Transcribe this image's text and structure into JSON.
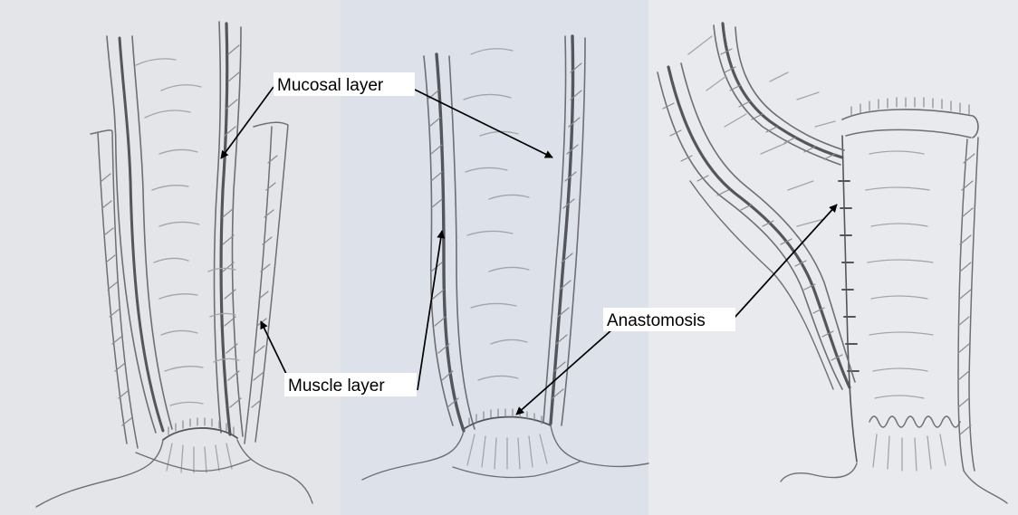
{
  "labels": {
    "mucosal_layer": "Mucosal layer",
    "muscle_layer": "Muscle layer",
    "anastomosis": "Anastomosis"
  },
  "colors": {
    "panel_left_bg": "#e3e5e9",
    "panel_middle_bg": "#dde2ea",
    "panel_right_bg": "#e9eaee",
    "pencil": "#6e6e74",
    "arrow": "#000000"
  }
}
